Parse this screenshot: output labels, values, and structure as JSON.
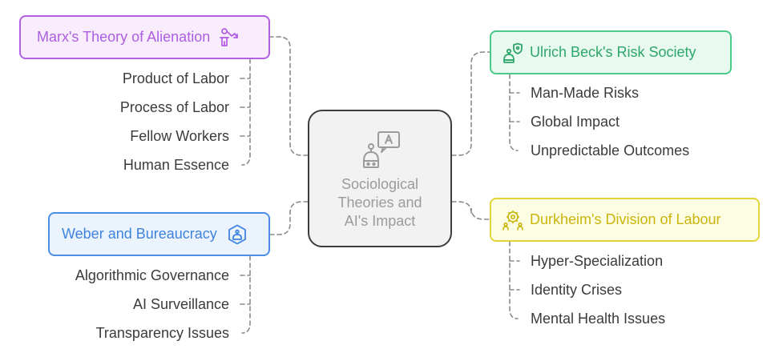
{
  "center": {
    "title_lines": [
      "Sociological",
      "Theories and",
      "AI's Impact"
    ],
    "icon": "robot-chat-icon"
  },
  "topics": {
    "marx": {
      "label": "Marx's Theory of Alienation",
      "icon": "person-arrow-icon",
      "color": "#b25fe3",
      "items": [
        "Product of Labor",
        "Process of Labor",
        "Fellow Workers",
        "Human Essence"
      ]
    },
    "beck": {
      "label": "Ulrich Beck's Risk Society",
      "icon": "robot-shield-icon",
      "color": "#49c98a",
      "items": [
        "Man-Made Risks",
        "Global Impact",
        "Unpredictable Outcomes"
      ]
    },
    "weber": {
      "label": "Weber and Bureaucracy",
      "icon": "robot-hexagon-icon",
      "color": "#4b8de8",
      "items": [
        "Algorithmic Governance",
        "AI Surveillance",
        "Transparency Issues"
      ]
    },
    "durk": {
      "label": "Durkheim's Division of Labour",
      "icon": "gear-people-icon",
      "color": "#e3d43a",
      "items": [
        "Hyper-Specialization",
        "Identity Crises",
        "Mental Health Issues"
      ]
    }
  }
}
